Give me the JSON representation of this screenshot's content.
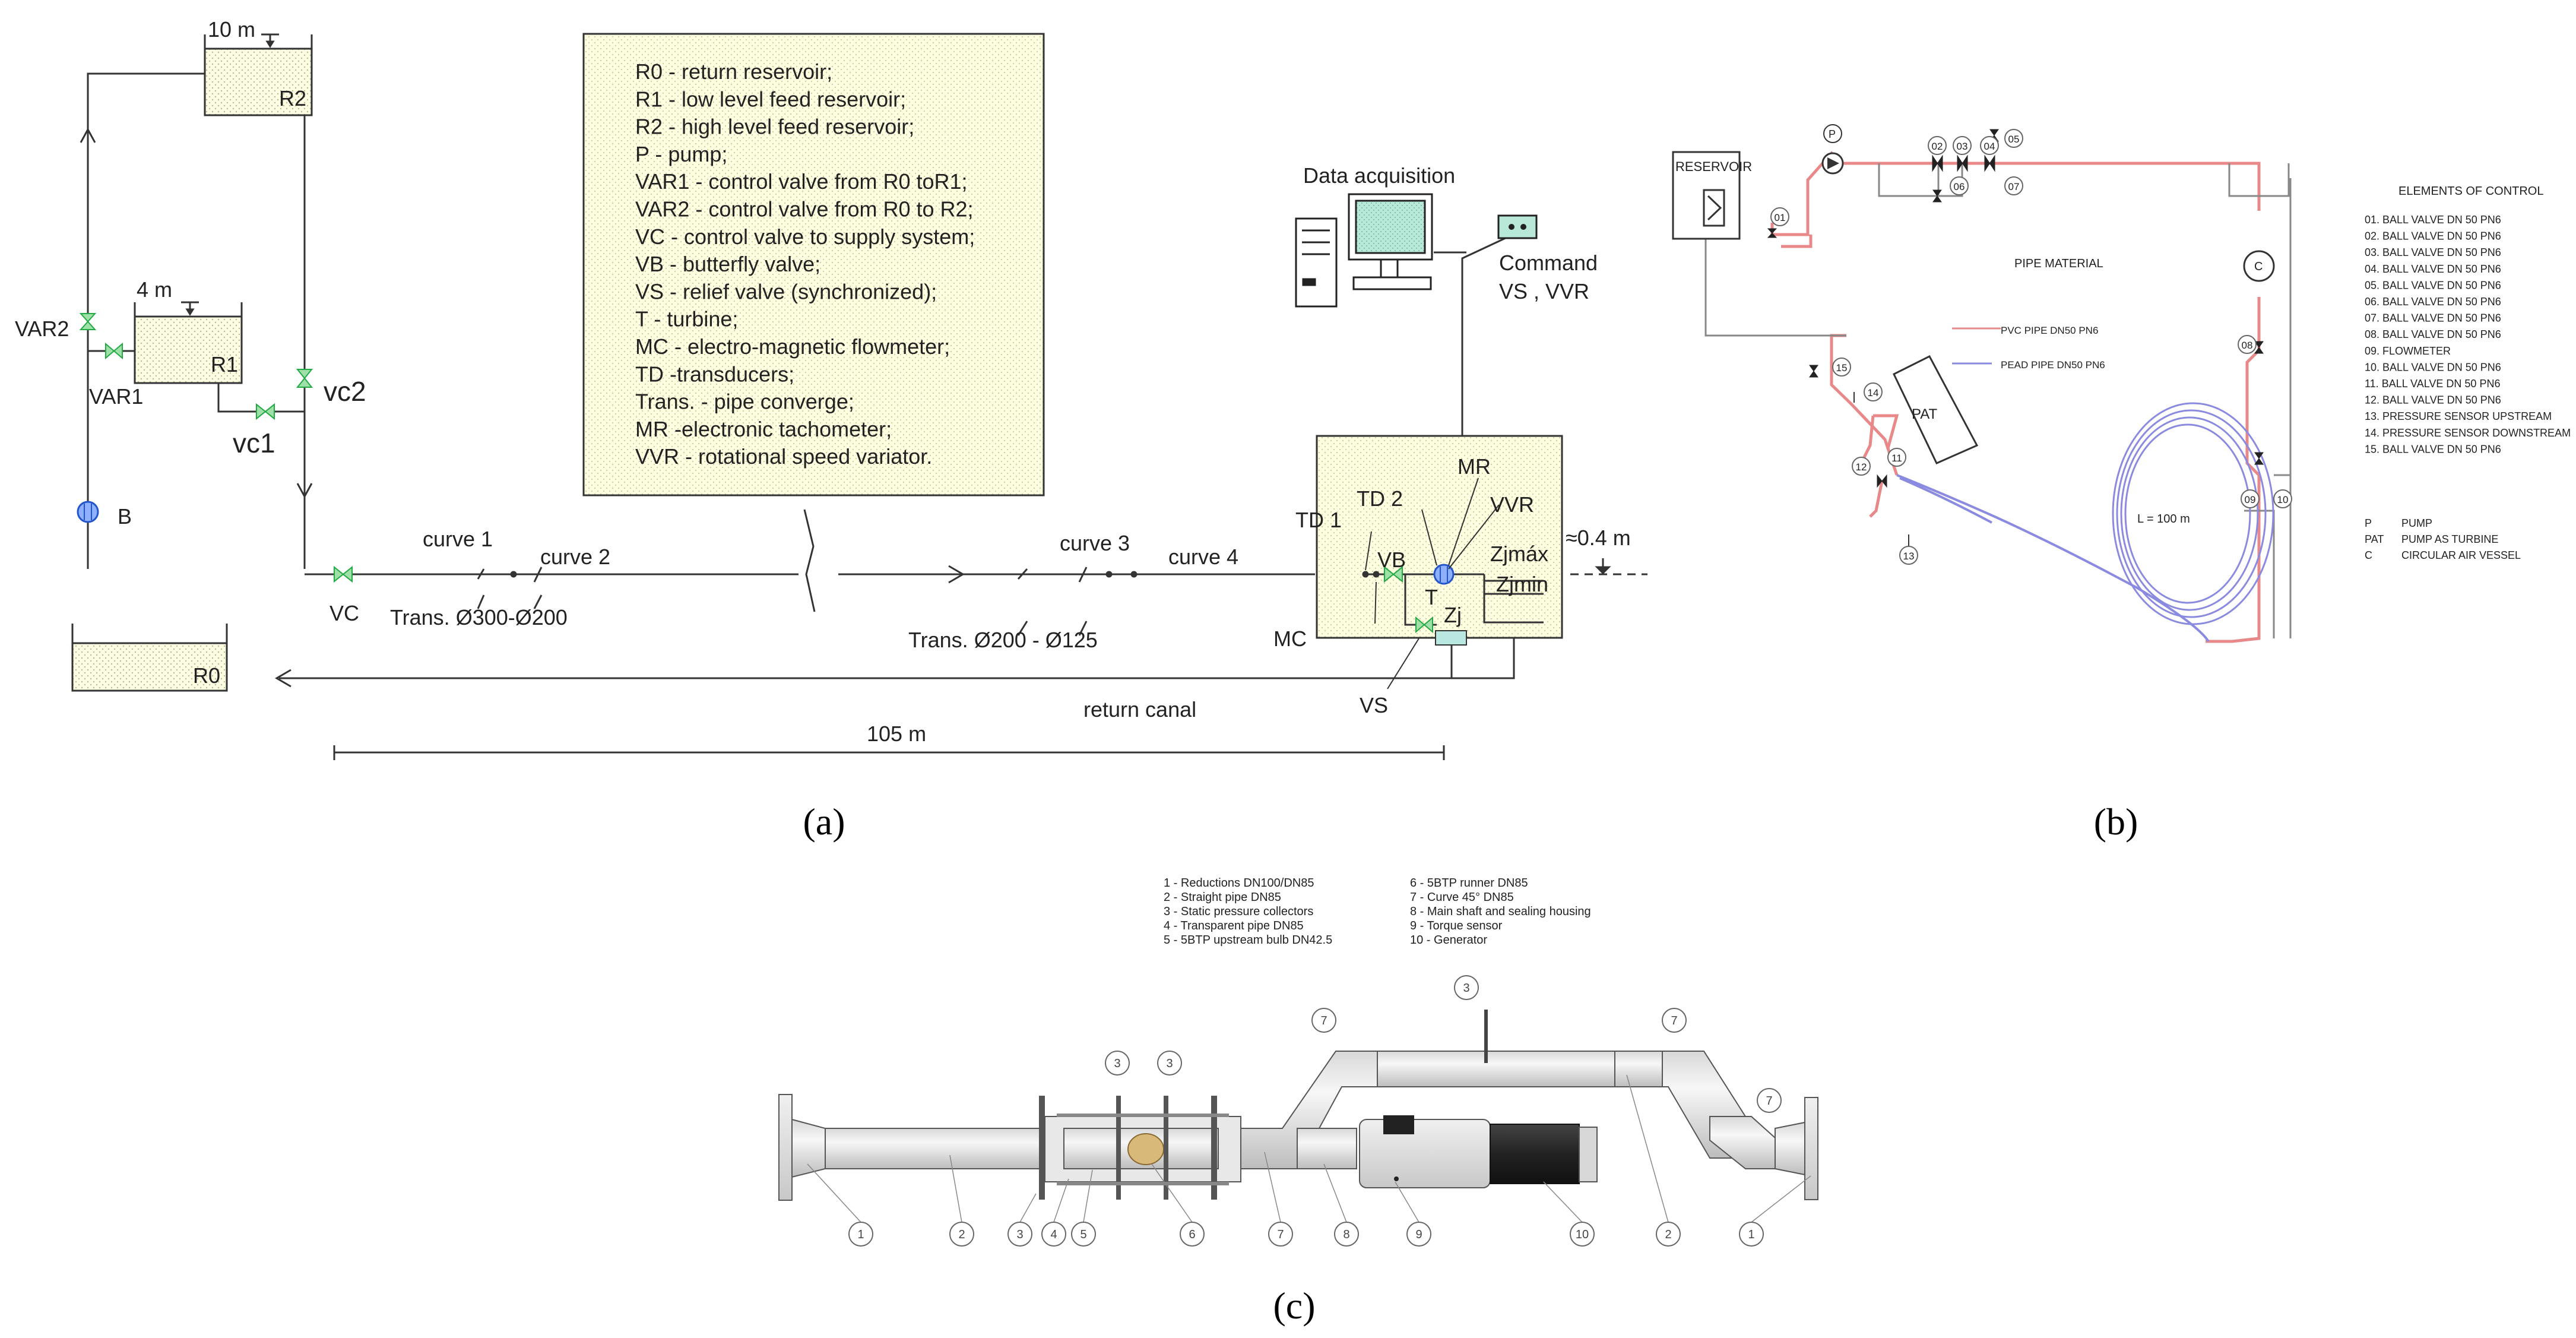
{
  "panel_a": {
    "caption": "(a)",
    "reservoirs": {
      "r2": "R2",
      "r1": "R1",
      "r0": "R0"
    },
    "levels": {
      "high": "10 m",
      "low": "4 m",
      "outlet": "≈0.4 m"
    },
    "valves": {
      "var2": "VAR2",
      "var1": "VAR1",
      "vc1": "vc1",
      "vc2": "vc2",
      "vc": "VC",
      "vb": "VB",
      "vs": "VS"
    },
    "pump": "B",
    "curves": [
      "curve 1",
      "curve 2",
      "curve 3",
      "curve 4"
    ],
    "transitions": [
      "Trans. Ø300-Ø200",
      "Trans. Ø200 - Ø125"
    ],
    "return_canal": "return canal",
    "distance": "105 m",
    "data_acquisition": "Data acquisition",
    "command": [
      "Command",
      "VS , VVR"
    ],
    "station": {
      "td1": "TD 1",
      "td2": "TD 2",
      "mr": "MR",
      "vvr": "VVR",
      "t": "T",
      "zjmax": "Zjmáx",
      "zjmin": "Zjmin",
      "zj": "Zj",
      "mc": "MC"
    },
    "legend": [
      "R0 - return reservoir;",
      "R1 - low level feed reservoir;",
      "R2 - high level feed reservoir;",
      "P - pump;",
      "VAR1 - control valve from R0 toR1;",
      "VAR2 - control valve from R0 to R2;",
      "VC - control valve to supply system;",
      "VB - butterfly valve;",
      "VS - relief valve (synchronized);",
      "T - turbine;",
      "MC - electro-magnetic flowmeter;",
      "TD -transducers;",
      "Trans. - pipe converge;",
      "MR -electronic tachometer;",
      "VVR - rotational speed variator."
    ]
  },
  "panel_b": {
    "caption": "(b)",
    "reservoir": "RESERVOIR",
    "pump": "P",
    "pat": "PAT",
    "air_vessel": "C",
    "pipe_material_title": "PIPE MATERIAL",
    "pipe_legend": [
      "PVC PIPE DN50 PN6",
      "PEAD PIPE DN50 PN6"
    ],
    "pipe_colors": {
      "pvc": "#e88888",
      "pead": "#8a8ae0"
    },
    "coil_length": "L = 100 m",
    "node_labels": [
      "01",
      "02",
      "03",
      "04",
      "05",
      "06",
      "07",
      "08",
      "09",
      "10",
      "11",
      "12",
      "13",
      "14",
      "15"
    ],
    "elements_title": "ELEMENTS OF CONTROL",
    "elements": [
      "01. BALL VALVE DN 50 PN6",
      "02. BALL VALVE DN 50 PN6",
      "03. BALL VALVE DN 50 PN6",
      "04. BALL VALVE DN 50 PN6",
      "05. BALL VALVE DN 50 PN6",
      "06. BALL VALVE DN 50 PN6",
      "07. BALL VALVE DN 50 PN6",
      "08. BALL VALVE DN 50 PN6",
      "09. FLOWMETER",
      "10. BALL VALVE DN 50 PN6",
      "11. BALL VALVE DN 50 PN6",
      "12. BALL VALVE DN 50 PN6",
      "13. PRESSURE SENSOR UPSTREAM",
      "14. PRESSURE SENSOR DOWNSTREAM",
      "15. BALL VALVE DN 50 PN6"
    ],
    "abbreviations": [
      {
        "code": "P",
        "text": "PUMP"
      },
      {
        "code": "PAT",
        "text": "PUMP AS TURBINE"
      },
      {
        "code": "C",
        "text": "CIRCULAR AIR VESSEL"
      }
    ]
  },
  "panel_c": {
    "caption": "(c)",
    "legend_left": [
      "1 - Reductions DN100/DN85",
      "2 - Straight pipe DN85",
      "3 - Static pressure collectors",
      "4 - Transparent pipe DN85",
      "5 - 5BTP upstream bulb DN42.5"
    ],
    "legend_right": [
      "6 - 5BTP runner DN85",
      "7 - Curve 45° DN85",
      "8 - Main shaft and sealing housing",
      "9 - Torque sensor",
      "10 - Generator"
    ],
    "callouts_bottom": [
      "1",
      "2",
      "3",
      "4",
      "5",
      "6",
      "7",
      "8",
      "9",
      "10",
      "2",
      "1"
    ],
    "callouts_top": [
      "3",
      "3",
      "7",
      "3",
      "7",
      "7"
    ]
  },
  "colors": {
    "tank_fill": "#fdfde3",
    "valve": "#22aa44",
    "box_fill": "#fefee0",
    "pump": "#2255cc",
    "screen": "#b8e8d8"
  }
}
